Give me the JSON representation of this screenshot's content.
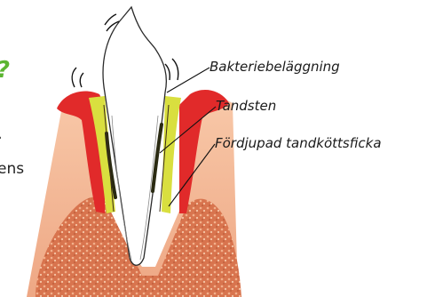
{
  "labels": {
    "plaque": "Bakteriebeläggning",
    "calculus": "Tandsten",
    "pocket": "Fördjupad tandköttsficka"
  },
  "clipped_text": {
    "mark": "?",
    "dot": "·",
    "word": "ens"
  },
  "colors": {
    "gum": "#f3b38f",
    "bone": "#d7704c",
    "gingiva_inflamed": "#e12a2a",
    "plaque": "#d9df3f",
    "calculus": "#2a2a12",
    "tooth": "#ffffff",
    "accent_green": "#5bb531"
  }
}
